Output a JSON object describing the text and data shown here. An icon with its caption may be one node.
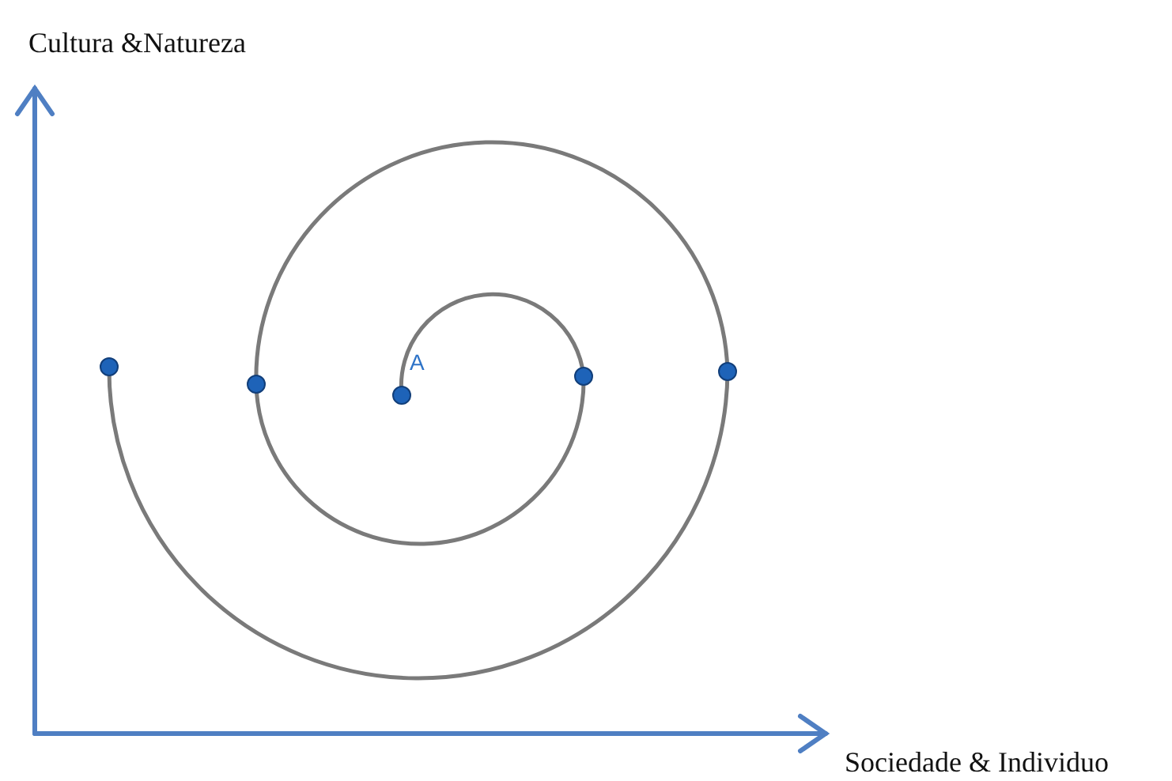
{
  "diagram": {
    "labels": [
      "Cultura &Natureza",
      "A",
      "Sociedade & Individuo"
    ]
  }
}
